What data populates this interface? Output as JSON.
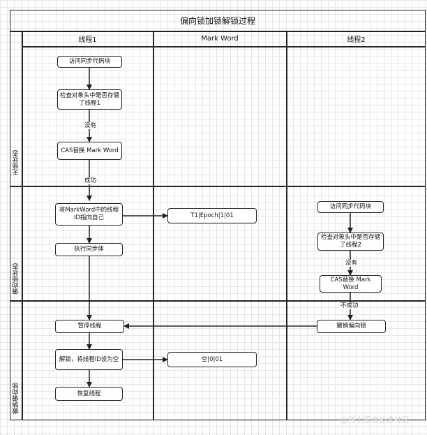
{
  "title": "偏向锁加锁解锁过程",
  "columns": [
    "线程1",
    "Mark Word",
    "线程2"
  ],
  "lanes": [
    "无锁状态",
    "偏向锁状态",
    "撤销偏向锁"
  ],
  "nodes": {
    "t1_access": "访问同步代码块",
    "t1_check": "检查对象头中是否存储了线程1",
    "t1_cas": "CAS替换 Mark Word",
    "t1_set_id": "将MarkWord中的线程ID指向自己",
    "t1_exec": "执行同步体",
    "mw_biased": "T1|Epoch|1|01",
    "t2_access": "访问同步代码块",
    "t2_check": "检查对象头中是否存储了线程2",
    "t2_cas": "CAS替换 Mark Word",
    "t2_revoke": "撤销偏向锁",
    "t1_pause": "暂停线程",
    "t1_unlock": "解锁，将线程ID设为空",
    "mw_empty": "空|0|01",
    "t1_resume": "恢复线程"
  },
  "edge_labels": {
    "t1_none": "没有",
    "t1_success": "成功",
    "t2_none": "没有",
    "t2_fail": "不成功"
  },
  "watermark": "@稀土掘金技术社区"
}
